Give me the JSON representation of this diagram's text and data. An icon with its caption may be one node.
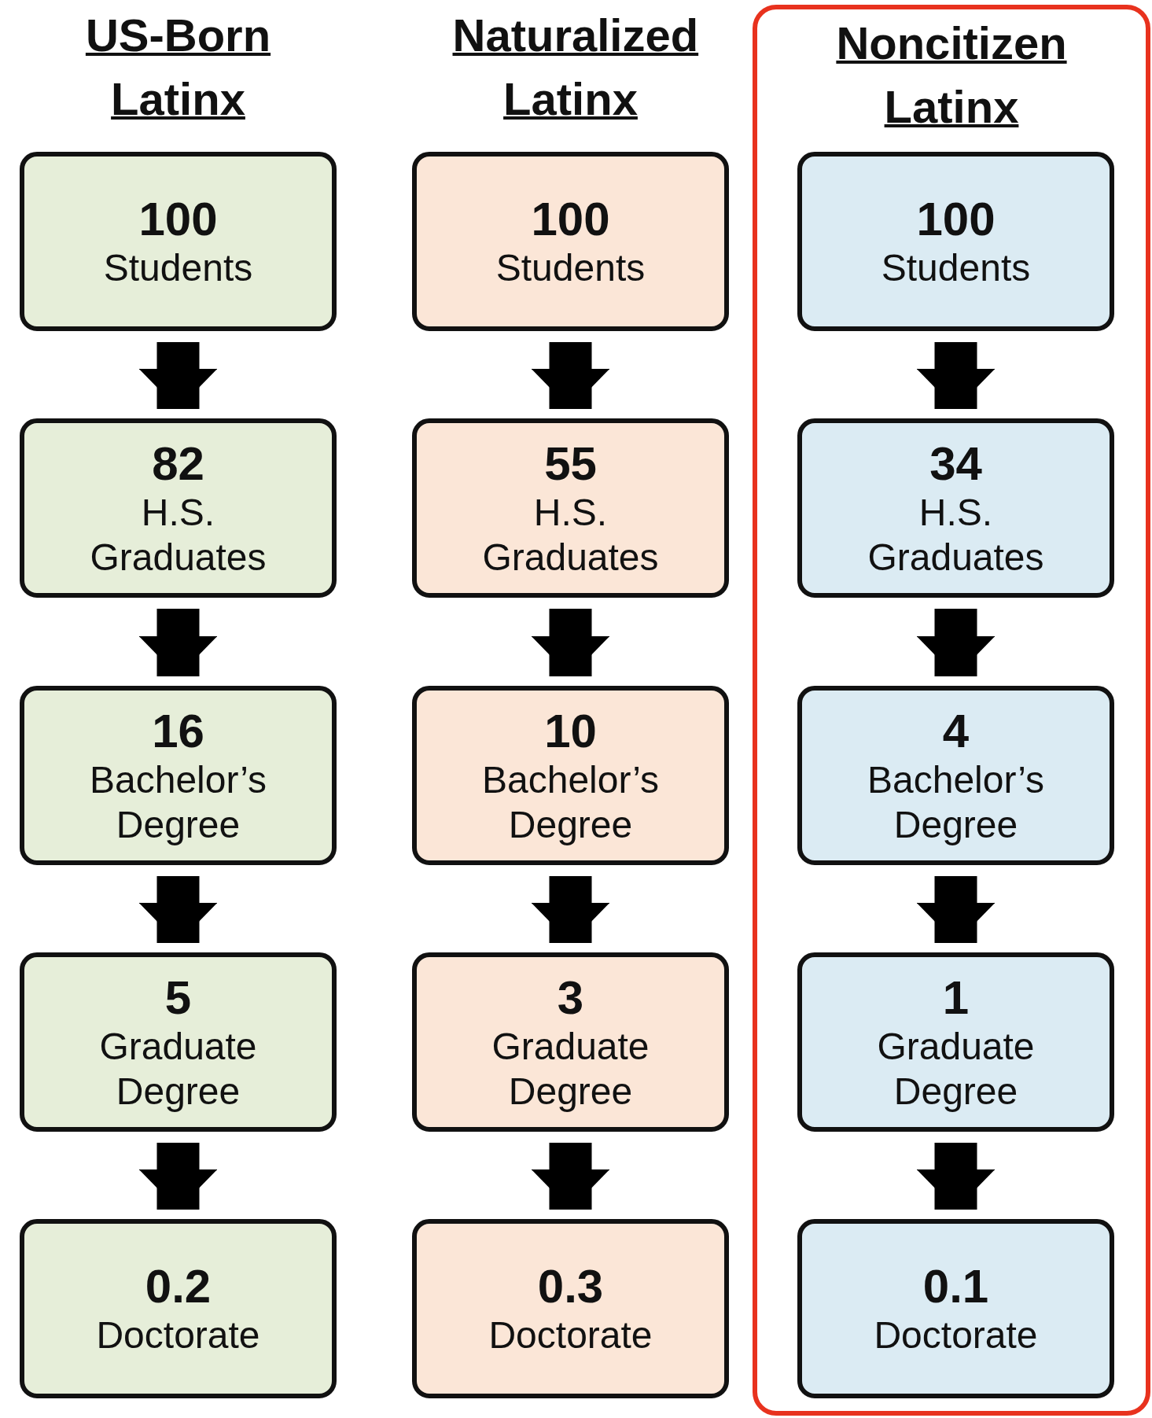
{
  "diagram": {
    "nodes": [
      {
        "text": [
          "100",
          "Students"
        ]
      },
      {
        "text": [
          "82",
          "H.S. Graduates"
        ]
      },
      {
        "text": [
          "16",
          "Bachelor’s Degree"
        ]
      },
      {
        "text": [
          "5",
          "Graduate Degree"
        ]
      },
      {
        "text": [
          "0.2",
          "Doctorate"
        ]
      },
      {
        "text": [
          "100",
          "Students"
        ]
      },
      {
        "text": [
          "55",
          "H.S. Graduates"
        ]
      },
      {
        "text": [
          "10",
          "Bachelor’s Degree"
        ]
      },
      {
        "text": [
          "3",
          "Graduate Degree"
        ]
      },
      {
        "text": [
          "0.3",
          "Doctorate"
        ]
      },
      {
        "text": [
          "Noncitizen Latinx"
        ]
      },
      {
        "text": [
          "100",
          "Students"
        ],
        "in": 10
      },
      {
        "text": [
          "34",
          "H.S. Graduates"
        ],
        "in": 10
      },
      {
        "text": [
          "4",
          "Bachelor’s Degree"
        ],
        "in": 10
      },
      {
        "text": [
          "1",
          "Graduate Degree"
        ],
        "in": 10
      },
      {
        "text": [
          "0.1",
          "Doctorate"
        ],
        "in": 10
      }
    ],
    "edges": [
      {
        "from": 0,
        "to": 1,
        "arrow": "to"
      },
      {
        "from": 1,
        "to": 2,
        "arrow": "to"
      },
      {
        "from": 2,
        "to": 3,
        "arrow": "to"
      },
      {
        "from": 3,
        "to": 4,
        "arrow": "to"
      },
      {
        "from": 5,
        "to": 6,
        "arrow": "to"
      },
      {
        "from": 6,
        "to": 7,
        "arrow": "to"
      },
      {
        "from": 7,
        "to": 8,
        "arrow": "to"
      },
      {
        "from": 8,
        "to": 9,
        "arrow": "to"
      },
      {
        "from": 11,
        "to": 12,
        "arrow": "to"
      },
      {
        "from": 12,
        "to": 13,
        "arrow": "to"
      },
      {
        "from": 13,
        "to": 14,
        "arrow": "to"
      },
      {
        "from": 14,
        "to": 15,
        "arrow": "to"
      }
    ],
    "labels": [
      "US-Born Latinx",
      "Naturalized Latinx"
    ]
  }
}
